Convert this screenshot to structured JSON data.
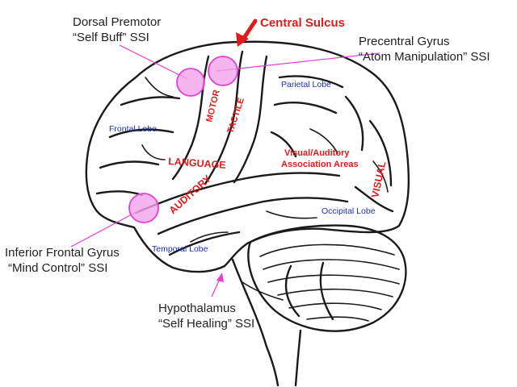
{
  "colors": {
    "outline": "#1a1a1a",
    "accent_red": "#e01b1b",
    "region_blue": "#1f2fb0",
    "highlight_fill": "#f3a3ea",
    "highlight_stroke": "#e23fd6",
    "pointer_line": "#e23fd6"
  },
  "callouts": {
    "dorsal_premotor": {
      "line1": "Dorsal Premotor",
      "line2": "“Self Buff” SSI"
    },
    "precentral_gyrus": {
      "line1": "Precentral Gyrus",
      "line2": "“Atom Manipulation” SSI"
    },
    "inferior_frontal": {
      "line1": "Inferior Frontal Gyrus",
      "line2": "“Mind Control” SSI"
    },
    "hypothalamus": {
      "line1": "Hypothalamus",
      "line2": "“Self Healing” SSI"
    }
  },
  "central_sulcus": {
    "label": "Central Sulcus",
    "icon": "arrow-down-left-icon"
  },
  "lobes": {
    "frontal": "Frontal Lobe",
    "parietal": "Parietal Lobe",
    "temporal": "Temporal Lobe",
    "occipital": "Occipital Lobe"
  },
  "functions": {
    "motor": "MOTOR",
    "tactile": "TACTILE",
    "language": "LANGUAGE",
    "auditory": "AUDITORY",
    "visual": "VISUAL",
    "association_line1": "Visual/Auditory",
    "association_line2": "Association Areas"
  }
}
